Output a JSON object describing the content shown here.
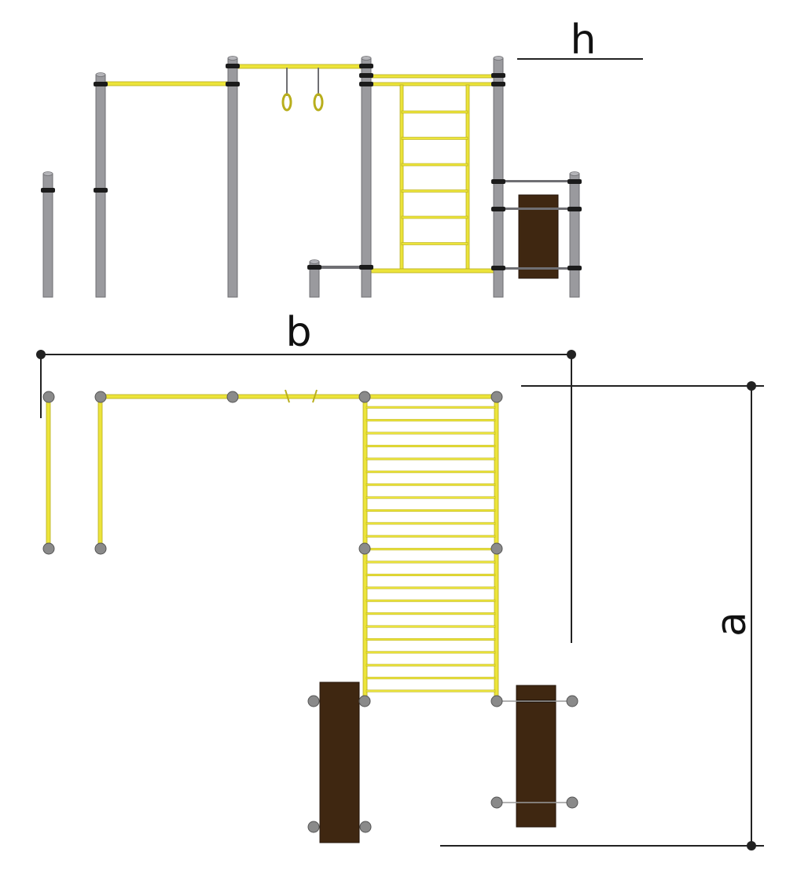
{
  "labels": {
    "height": "h",
    "width": "b",
    "depth": "a"
  },
  "colors": {
    "bar": "#ece43a",
    "bar_edge": "#b8ae1c",
    "pole": "#9a9a9e",
    "pole_dark": "#6f6f73",
    "clamp": "#1b1b1b",
    "bench": "#3f2711",
    "bench_edge": "#24160a",
    "dim_line": "#222222",
    "node": "#8a8a8a",
    "node_edge": "#555555"
  }
}
